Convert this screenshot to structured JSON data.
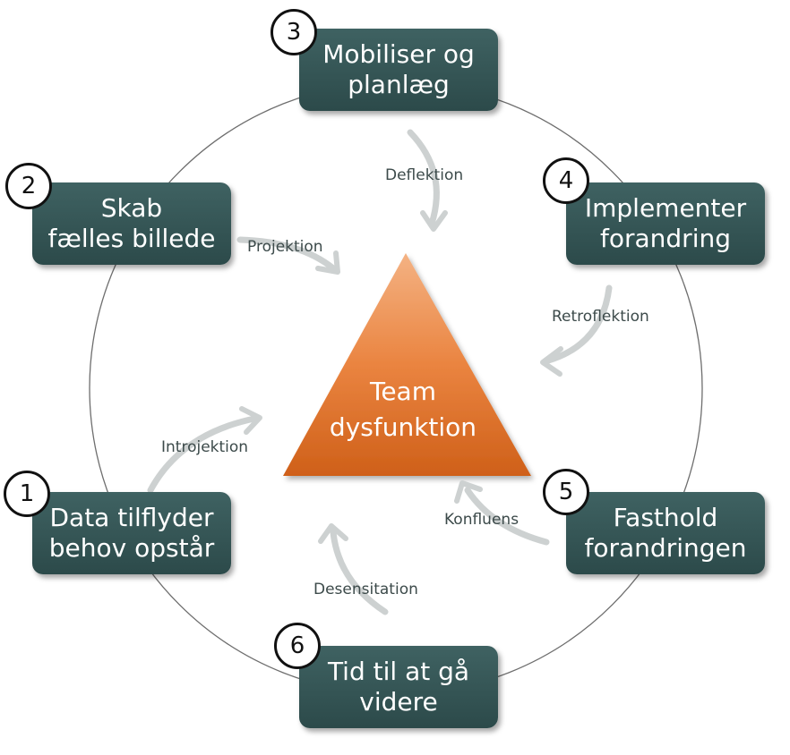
{
  "center": {
    "line1": "Team",
    "line2": "dysfunktion"
  },
  "steps": [
    {
      "number": "1",
      "line1": "Data tilflyder",
      "line2": "behov opstår"
    },
    {
      "number": "2",
      "line1": "Skab",
      "line2": "fælles billede"
    },
    {
      "number": "3",
      "line1": "Mobiliser og",
      "line2": "planlæg"
    },
    {
      "number": "4",
      "line1": "Implementer",
      "line2": "forandring"
    },
    {
      "number": "5",
      "line1": "Fasthold",
      "line2": "forandringen"
    },
    {
      "number": "6",
      "line1": "Tid til at gå",
      "line2": "videre"
    }
  ],
  "mechanisms": {
    "introjection": "Introjektion",
    "projection": "Projektion",
    "deflection": "Deflektion",
    "retroflection": "Retroflektion",
    "confluence": "Konfluens",
    "desensitization": "Desensitation"
  },
  "colors": {
    "box": "#2f4d4d",
    "triangle_top": "#f0a070",
    "triangle_bottom": "#d2641c",
    "arrow": "#c8cccc",
    "circle": "#666666"
  }
}
